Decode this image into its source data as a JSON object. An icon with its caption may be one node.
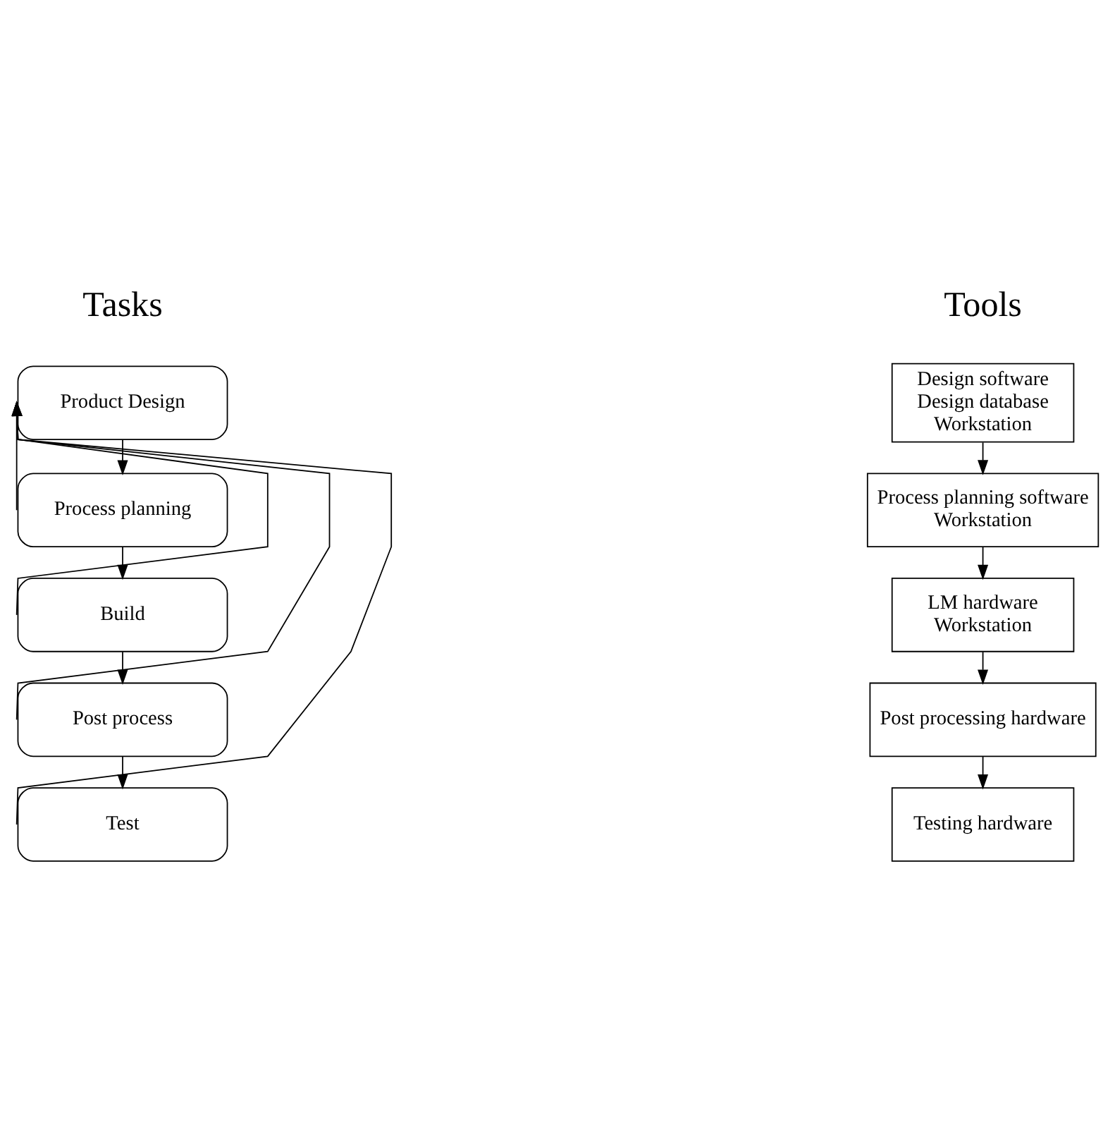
{
  "diagram": {
    "nodes": [
      {
        "text": [
          "Product Design"
        ]
      },
      {
        "text": [
          "Process planning"
        ]
      },
      {
        "text": [
          "Build"
        ]
      },
      {
        "text": [
          "Post process"
        ]
      },
      {
        "text": [
          "Test"
        ]
      },
      {
        "text": [
          "Design software",
          "Design database",
          "Workstation"
        ]
      },
      {
        "text": [
          "Process planning software",
          "Workstation"
        ]
      },
      {
        "text": [
          "LM hardware",
          "Workstation"
        ]
      },
      {
        "text": [
          "Post processing hardware"
        ]
      },
      {
        "text": [
          "Testing hardware"
        ]
      }
    ],
    "edges": [
      {
        "from": 0,
        "to": 1,
        "arrow": "to"
      },
      {
        "from": 1,
        "to": 2,
        "arrow": "to"
      },
      {
        "from": 2,
        "to": 3,
        "arrow": "to"
      },
      {
        "from": 3,
        "to": 4,
        "arrow": "to"
      },
      {
        "from": 1,
        "to": 0,
        "arrow": "to"
      },
      {
        "from": 2,
        "to": 0,
        "arrow": "to"
      },
      {
        "from": 3,
        "to": 0,
        "arrow": "to"
      },
      {
        "from": 4,
        "to": 0,
        "arrow": "to"
      },
      {
        "from": 5,
        "to": 6,
        "arrow": "to"
      },
      {
        "from": 6,
        "to": 7,
        "arrow": "to"
      },
      {
        "from": 7,
        "to": 8,
        "arrow": "to"
      },
      {
        "from": 8,
        "to": 9,
        "arrow": "to"
      }
    ],
    "labels": [
      "Tasks",
      "Tools"
    ]
  }
}
